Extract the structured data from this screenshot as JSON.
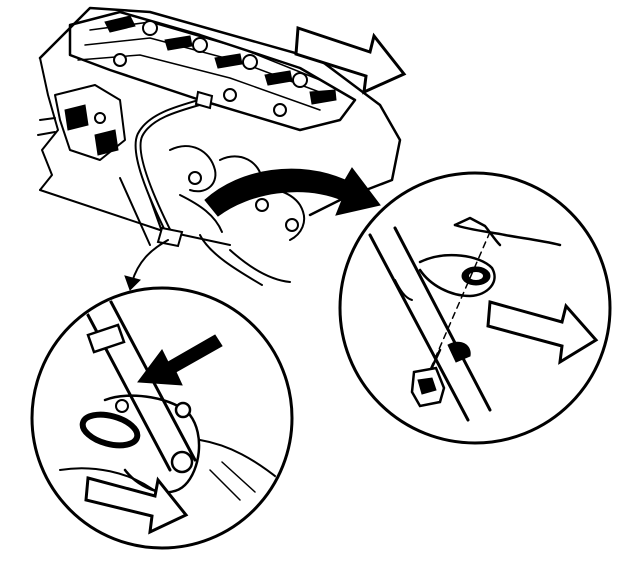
{
  "figure": {
    "engine_view": "engine-block",
    "callouts": [
      "detail-left-oil-tube-flange",
      "detail-right-tube-bracket-bolt"
    ],
    "arrow_icons": [
      "direction-arrow-icon",
      "curved-callout-arrow-icon",
      "pointer-arrow-icon"
    ],
    "colors": {
      "ink": "#000000",
      "paper": "#ffffff"
    }
  }
}
